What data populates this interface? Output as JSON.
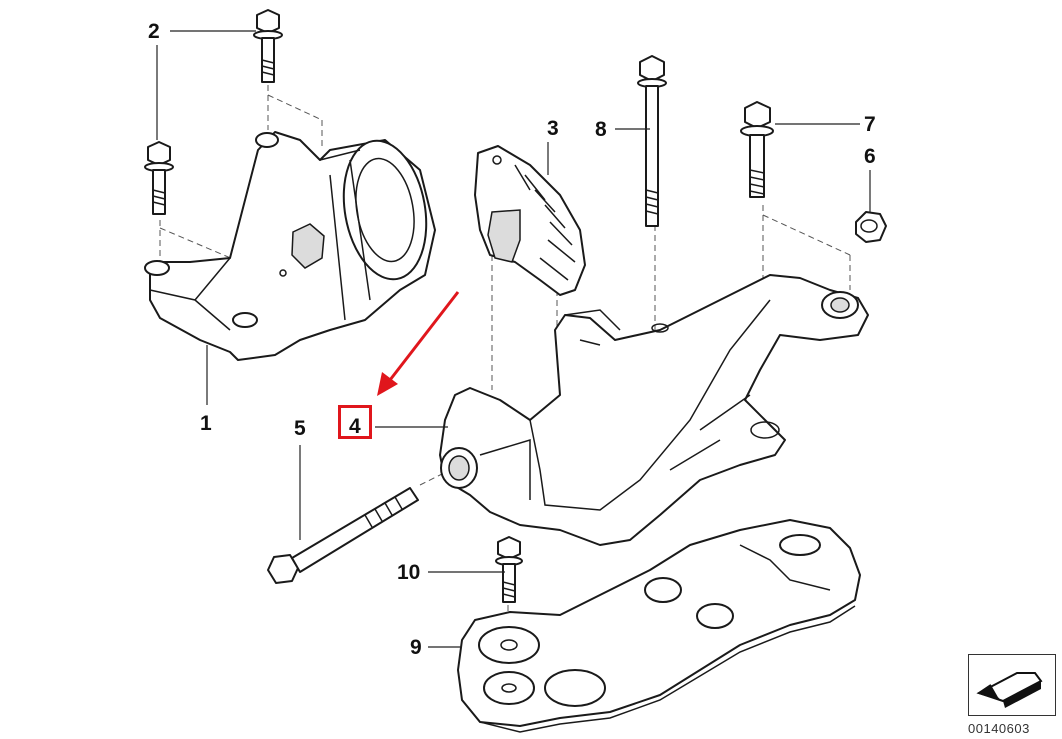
{
  "callouts": {
    "c1": "1",
    "c2": "2",
    "c3": "3",
    "c4": "4",
    "c5": "5",
    "c6": "6",
    "c7": "7",
    "c8": "8",
    "c9": "9",
    "c10": "10"
  },
  "highlight": {
    "target": "4",
    "color": "#e0161c"
  },
  "reference_code": "00140603"
}
